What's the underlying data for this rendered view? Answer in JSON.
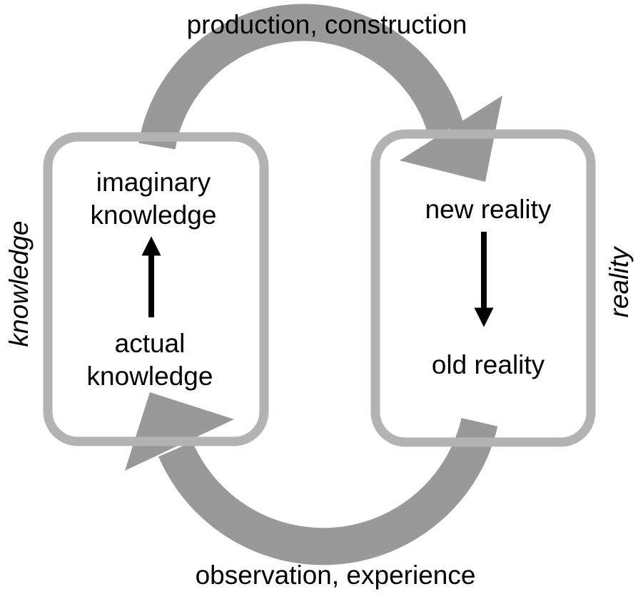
{
  "top_label": "production, construction",
  "bottom_label": "observation, experience",
  "left_side_label": "knowledge",
  "right_side_label": "reality",
  "left_box": {
    "top_text_line1": "imaginary",
    "top_text_line2": "knowledge",
    "bottom_text_line1": "actual",
    "bottom_text_line2": "knowledge"
  },
  "right_box": {
    "top_text": "new reality",
    "bottom_text": "old reality"
  },
  "colors": {
    "box_border": "#b3b3b3",
    "cycle_arrow": "#999999",
    "inner_arrow": "#000000",
    "text": "#000000"
  }
}
